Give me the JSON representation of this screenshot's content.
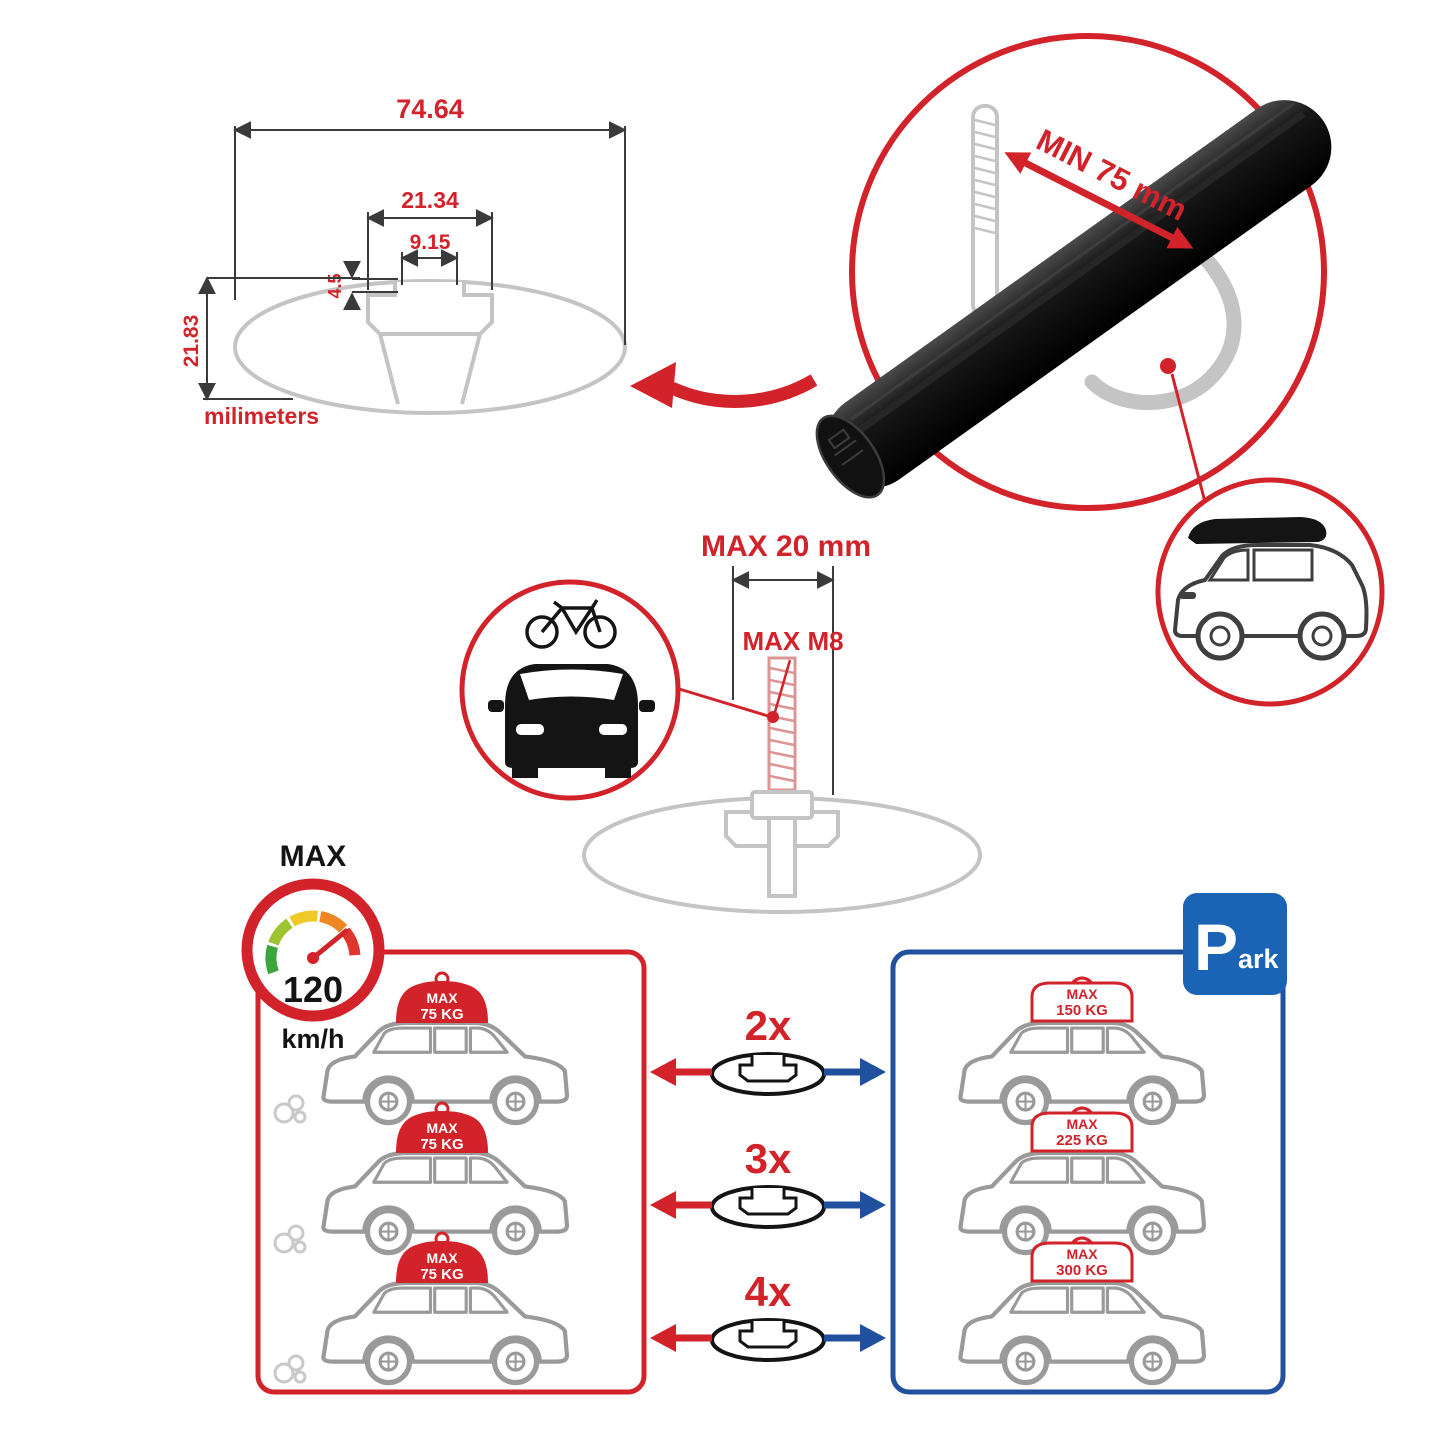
{
  "colors": {
    "red": "#d2232a",
    "blue": "#20509e",
    "sign_blue": "#1a63b5",
    "outline_gray": "#c4c4c4",
    "dark": "#141414"
  },
  "profile": {
    "width": "74.64",
    "slot_outer": "21.34",
    "slot_inner": "9.15",
    "slot_depth": "4.5",
    "height": "21.83",
    "unit": "milimeters"
  },
  "clamp": {
    "label": "MIN 75 mm"
  },
  "bolt": {
    "length_label": "MAX 20 mm",
    "thread_label": "MAX M8"
  },
  "speed": {
    "title": "MAX",
    "value": "120",
    "unit": "km/h"
  },
  "multipliers": [
    "2x",
    "3x",
    "4x"
  ],
  "parking": {
    "p": "P",
    "ark": "ark"
  },
  "load_left": [
    {
      "max": "MAX",
      "kg": "75 KG"
    },
    {
      "max": "MAX",
      "kg": "75 KG"
    },
    {
      "max": "MAX",
      "kg": "75 KG"
    }
  ],
  "load_right": [
    {
      "max": "MAX",
      "kg": "150 KG"
    },
    {
      "max": "MAX",
      "kg": "225 KG"
    },
    {
      "max": "MAX",
      "kg": "300 KG"
    }
  ]
}
